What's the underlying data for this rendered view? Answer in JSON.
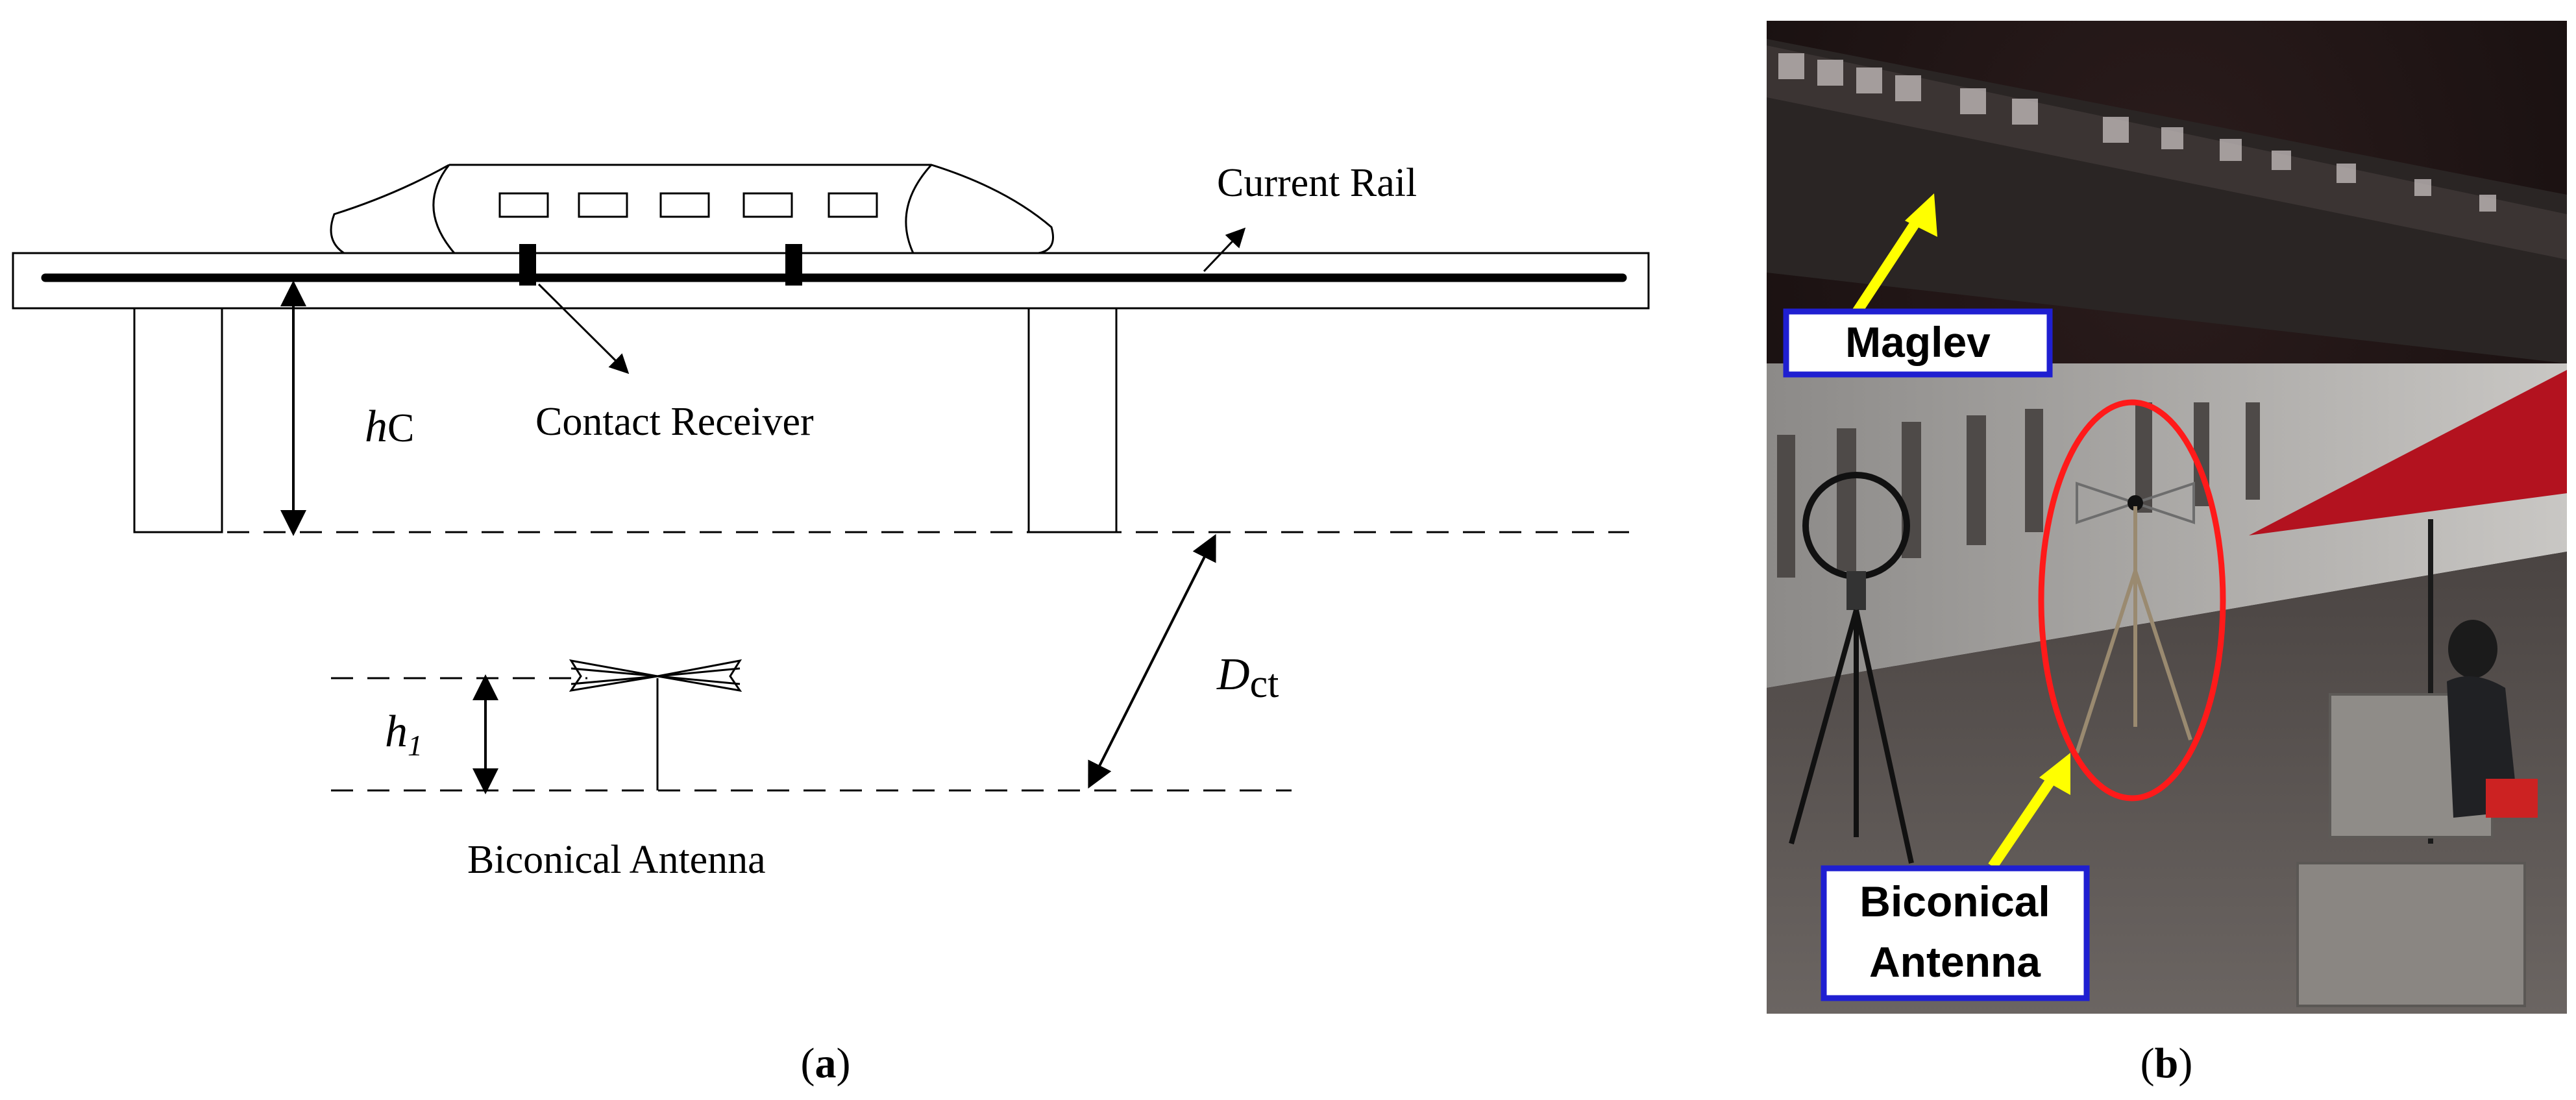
{
  "panel_a": {
    "labels": {
      "current_rail": "Current Rail",
      "contact_receiver": "Contact Receiver",
      "hc_main": "h",
      "hc_sub": "C",
      "h1_main": "h",
      "h1_sub": "1",
      "dct_main": "D",
      "dct_sub": "ct",
      "antenna": "Biconical Antenna"
    },
    "caption_open": "(",
    "caption_letter": "a",
    "caption_close": ")"
  },
  "panel_b": {
    "labels": {
      "maglev": "Maglev",
      "antenna_line1": "Biconical",
      "antenna_line2": "Antenna"
    },
    "colors": {
      "arrow": "#ffff00",
      "circle": "#ff1a1a",
      "label_border": "#1f1fd1"
    },
    "caption_open": "(",
    "caption_letter": "b",
    "caption_close": ")"
  }
}
